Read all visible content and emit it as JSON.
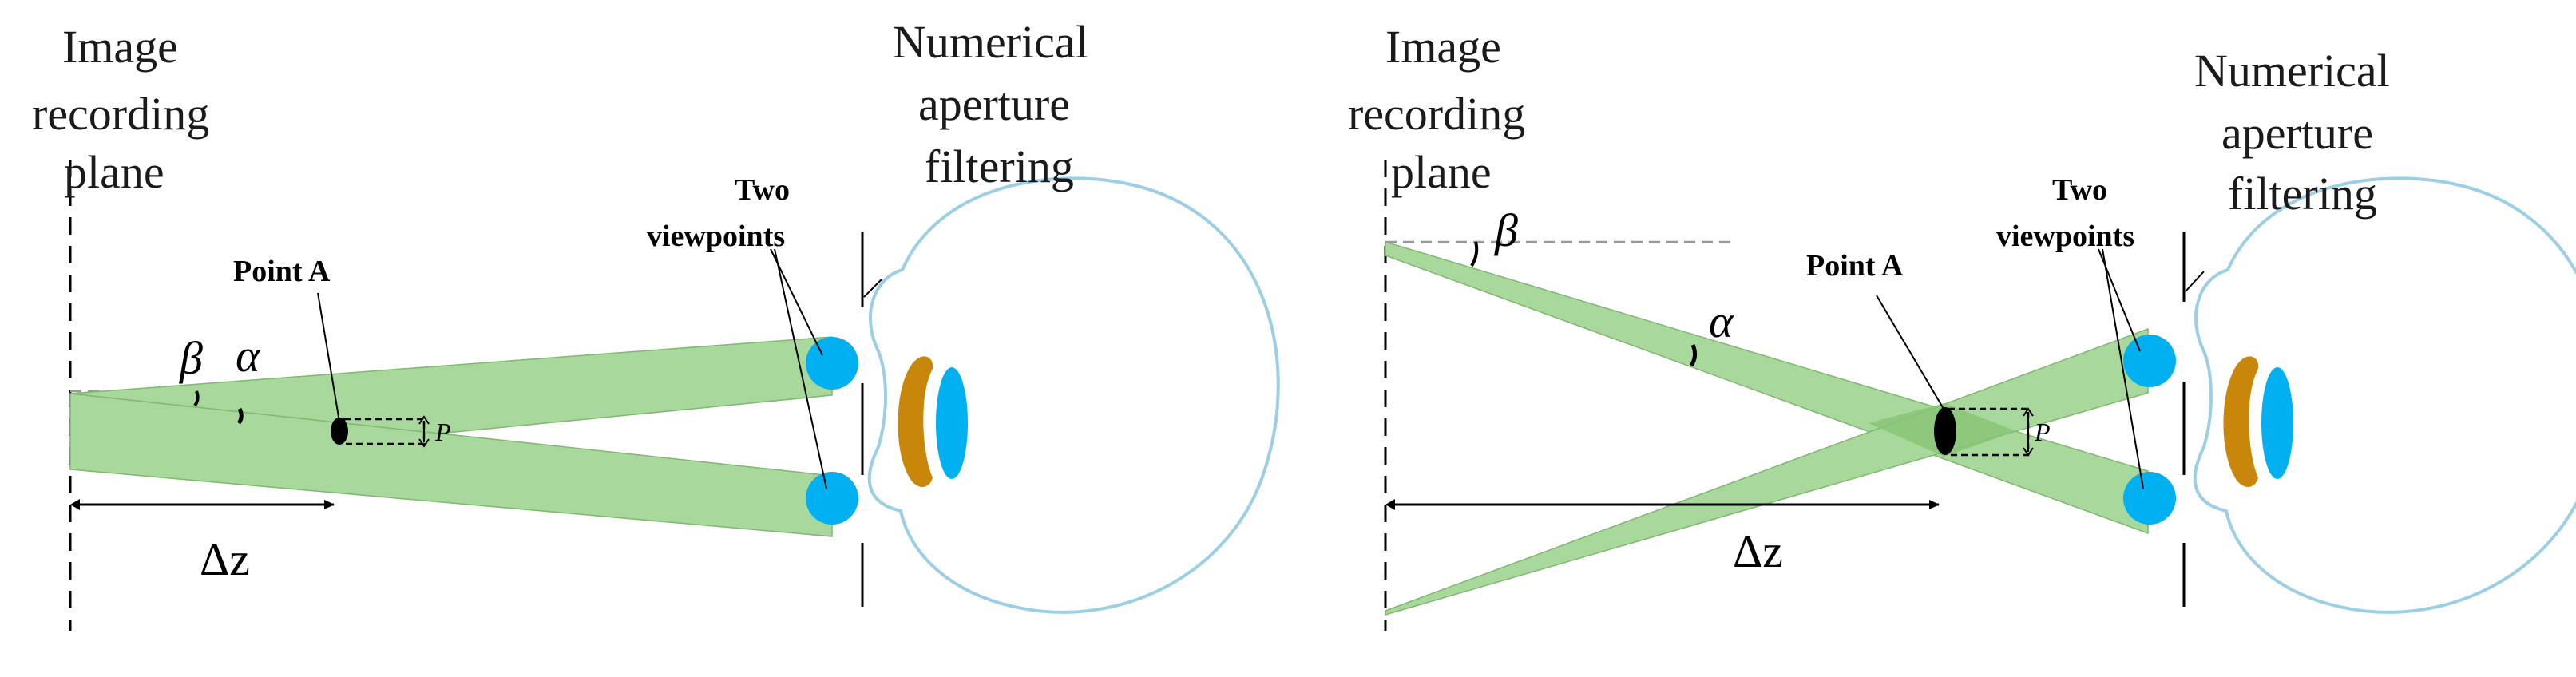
{
  "colors": {
    "beam": "#a8d89b",
    "beam_stroke": "#7fb86f",
    "beam_overlap": "#86c476",
    "viewpoint": "#00b0f0",
    "eye_outline": "#9ccfe6",
    "lens": "#00b0f0",
    "iris": "#c8860a",
    "dashed_guide": "#999999"
  },
  "panels": [
    {
      "image_plane_label": [
        "Image",
        "recording",
        "plane"
      ],
      "aperture_label": [
        "Numerical",
        "aperture",
        "filtering"
      ],
      "viewpoints_label": [
        "Two",
        "viewpoints"
      ],
      "point_label": "Point A",
      "beta": "β",
      "alpha": "α",
      "p": "P",
      "dz": "Δz"
    },
    {
      "image_plane_label": [
        "Image",
        "recording",
        "plane"
      ],
      "aperture_label": [
        "Numerical",
        "aperture",
        "filtering"
      ],
      "viewpoints_label": [
        "Two",
        "viewpoints"
      ],
      "point_label": "Point A",
      "beta": "β",
      "alpha": "α",
      "p": "P",
      "dz": "Δz"
    }
  ]
}
